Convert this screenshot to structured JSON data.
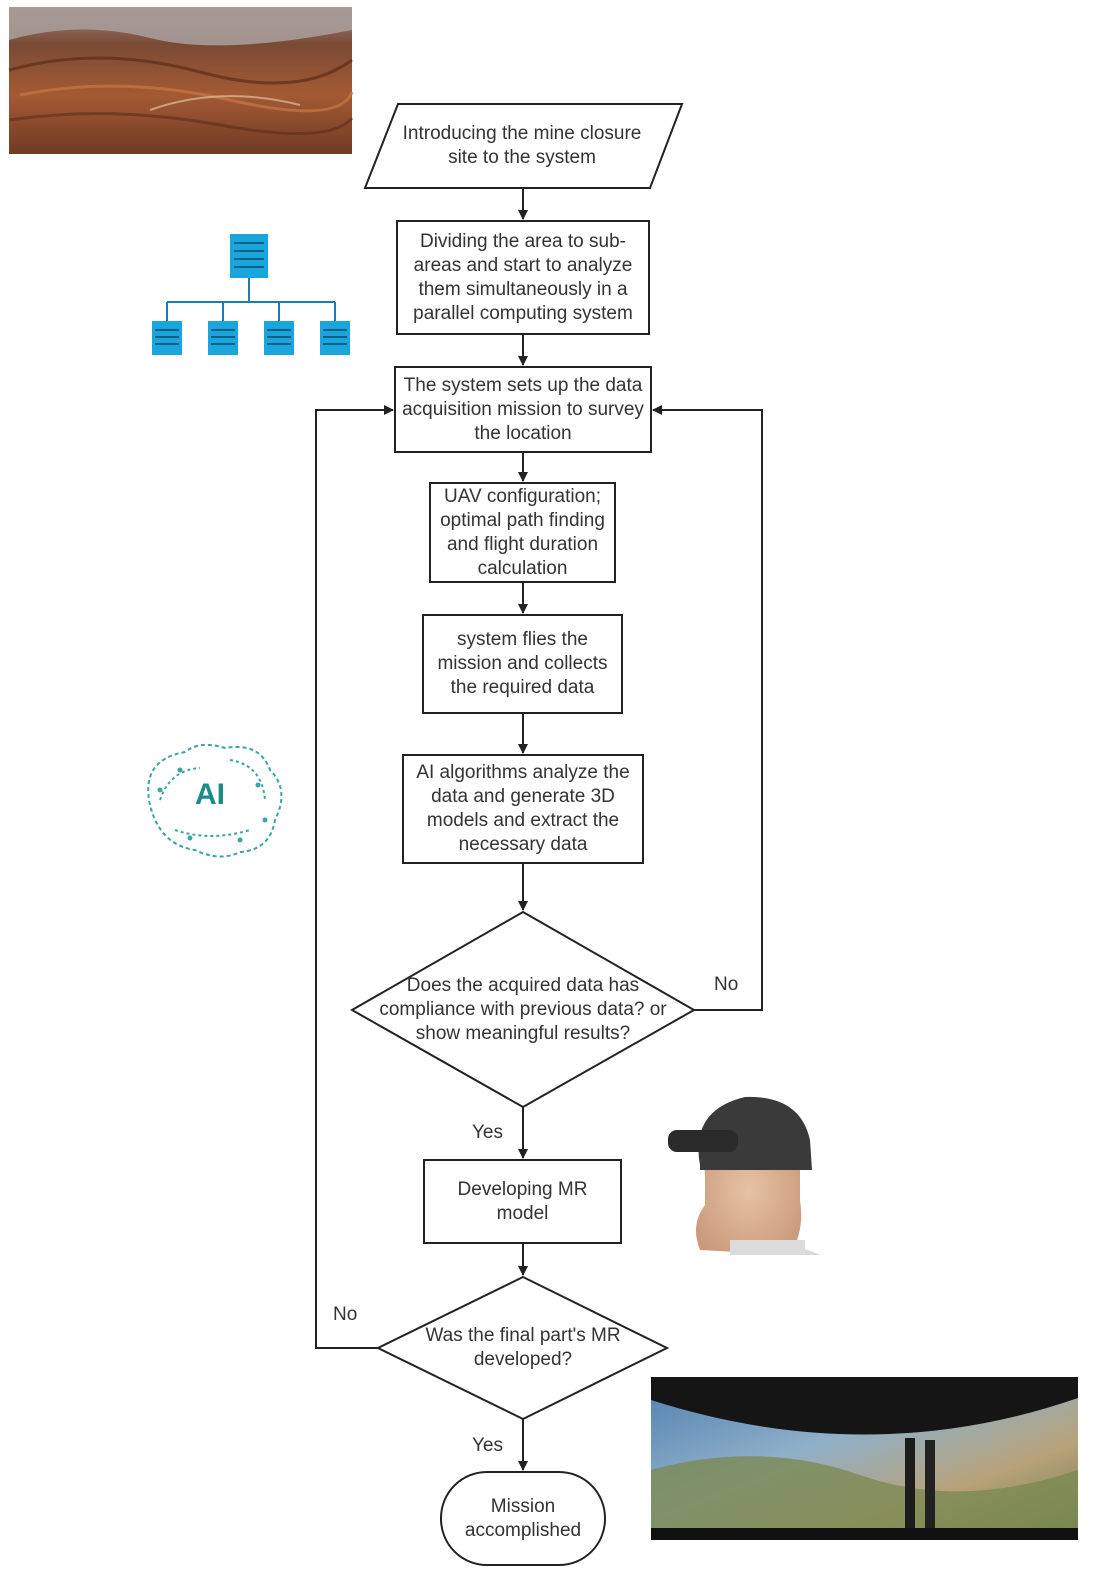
{
  "nodes": {
    "start": "Introducing the mine closure site to the system",
    "divide": "Dividing the area to sub-areas and start to analyze them simultaneously in a parallel computing system",
    "setup": "The system sets up the data acquisition mission to survey the location",
    "uav": "UAV configuration; optimal path finding and flight duration calculation",
    "fly": "system flies the mission and collects the required data",
    "ai": "AI algorithms analyze the data and generate 3D models and extract the necessary data",
    "decision1": "Does the acquired data has compliance with previous data? or show meaningful results?",
    "mr": "Developing MR model",
    "decision2": "Was the final part's MR developed?",
    "end": "Mission accomplished"
  },
  "edges": {
    "decision1_no": "No",
    "decision1_yes": "Yes",
    "decision2_no": "No",
    "decision2_yes": "Yes"
  },
  "illustrations": {
    "ai_logo_text": "AI"
  },
  "colors": {
    "stroke": "#222222",
    "network": "#1aa6dc",
    "ai_logo": "#1d8a88",
    "mine_ground": "#8a4a2c",
    "vr_sky": "#6fa7d8"
  }
}
